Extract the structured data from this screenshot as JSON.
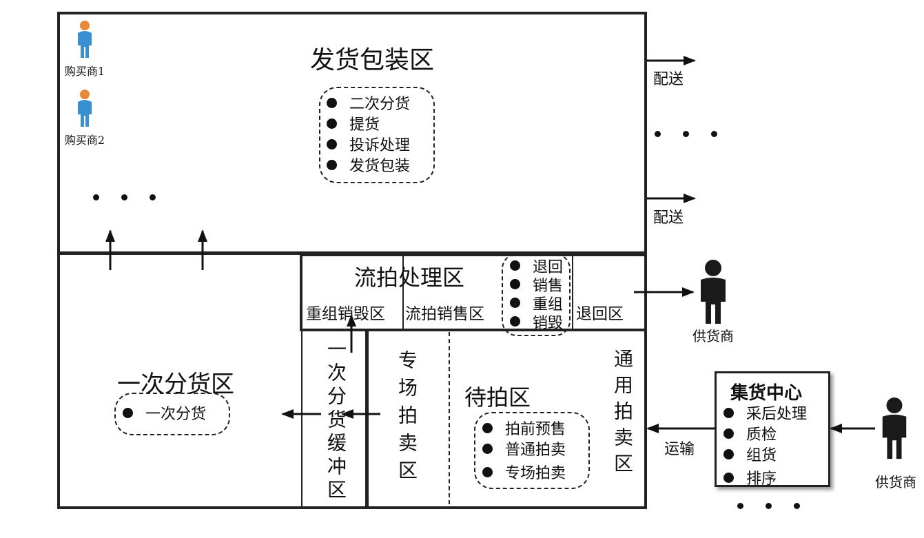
{
  "zones": {
    "shipping_packing": {
      "title": "发货包装区",
      "items": [
        "二次分货",
        "提货",
        "投诉处理",
        "发货包装"
      ],
      "buyers": [
        "购买商1",
        "购买商2"
      ]
    },
    "first_sorting": {
      "title": "一次分货区",
      "items": [
        "一次分货"
      ]
    },
    "flow_auction": {
      "title": "流拍处理区",
      "reorganize_destroy": "重组销毁区",
      "flow_sales": "流拍销售区",
      "return_area": "退回区",
      "items": [
        "退回",
        "销售",
        "重组",
        "销毁"
      ]
    },
    "first_sorting_buffer": {
      "title": "一次分货缓冲区"
    },
    "special_auction": {
      "title": "专场拍卖区"
    },
    "waiting_auction": {
      "title": "待拍区",
      "items": [
        "拍前预售",
        "普通拍卖",
        "专场拍卖"
      ]
    },
    "general_auction": {
      "title": "通用拍卖区"
    }
  },
  "collection_center": {
    "title": "集货中心",
    "items": [
      "采后处理",
      "质检",
      "组货",
      "排序"
    ]
  },
  "labels": {
    "delivery_1": "配送",
    "delivery_2": "配送",
    "transport": "运输",
    "supplier_1": "供货商",
    "supplier_2": "供货商"
  },
  "colors": {
    "line": "#222222",
    "person_dark": "#1a1a1a",
    "buyer_blue": "#3a8fd0",
    "buyer_orange": "#e8893a"
  }
}
